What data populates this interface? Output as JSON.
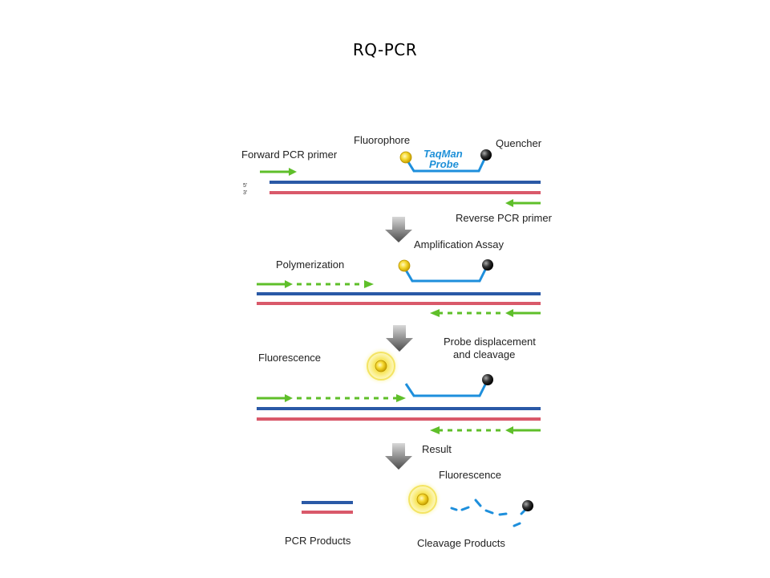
{
  "title": "RQ-PCR",
  "colors": {
    "blue_strand": "#2a59a6",
    "red_strand": "#d9596a",
    "primer": "#5fbf2a",
    "probe": "#1e8fdc",
    "fluorophore": "#f2d32a",
    "quencher": "#2a2a2a",
    "arrow": "#7a7a7a"
  },
  "stage1": {
    "fluorophore": "Fluorophore",
    "probe_line1": "TaqMan",
    "probe_line2": "Probe",
    "quencher": "Quencher",
    "forward_primer": "Forward PCR primer",
    "strand_5": "5'",
    "strand_3": "3'",
    "reverse_primer": "Reverse PCR primer"
  },
  "stage2": {
    "step": "Amplification Assay",
    "label": "Polymerization"
  },
  "stage3": {
    "label": "Fluorescence",
    "step_line1": "Probe displacement",
    "step_line2": "and cleavage"
  },
  "stage4": {
    "step": "Result",
    "fluorescence": "Fluorescence",
    "pcr_products": "PCR Products",
    "cleavage_products": "Cleavage Products"
  }
}
